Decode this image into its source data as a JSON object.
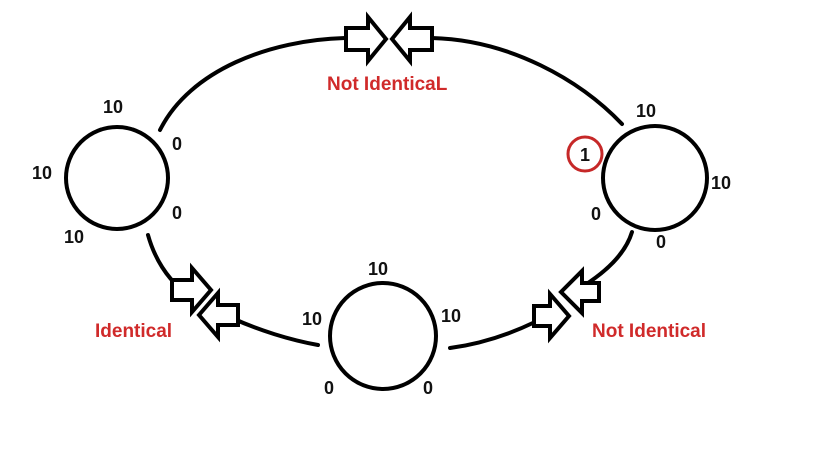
{
  "nodes": {
    "left": {
      "top": "10",
      "left": "10",
      "bottom": "10",
      "right_top": "0",
      "right_bottom": "0"
    },
    "right": {
      "top": "10",
      "right": "10",
      "bottom_right": "0",
      "bottom_left": "0",
      "highlighted": "1"
    },
    "bottom": {
      "top": "10",
      "left": "10",
      "right": "10",
      "bottom_left": "0",
      "bottom_right": "0"
    }
  },
  "edges": {
    "top": {
      "label": "Not IdenticaL"
    },
    "bottom_left": {
      "label": "Identical"
    },
    "bottom_right": {
      "label": "Not Identical"
    }
  },
  "colors": {
    "stroke": "#000000",
    "label": "#d02a2a",
    "highlight_ring": "#c62828"
  }
}
